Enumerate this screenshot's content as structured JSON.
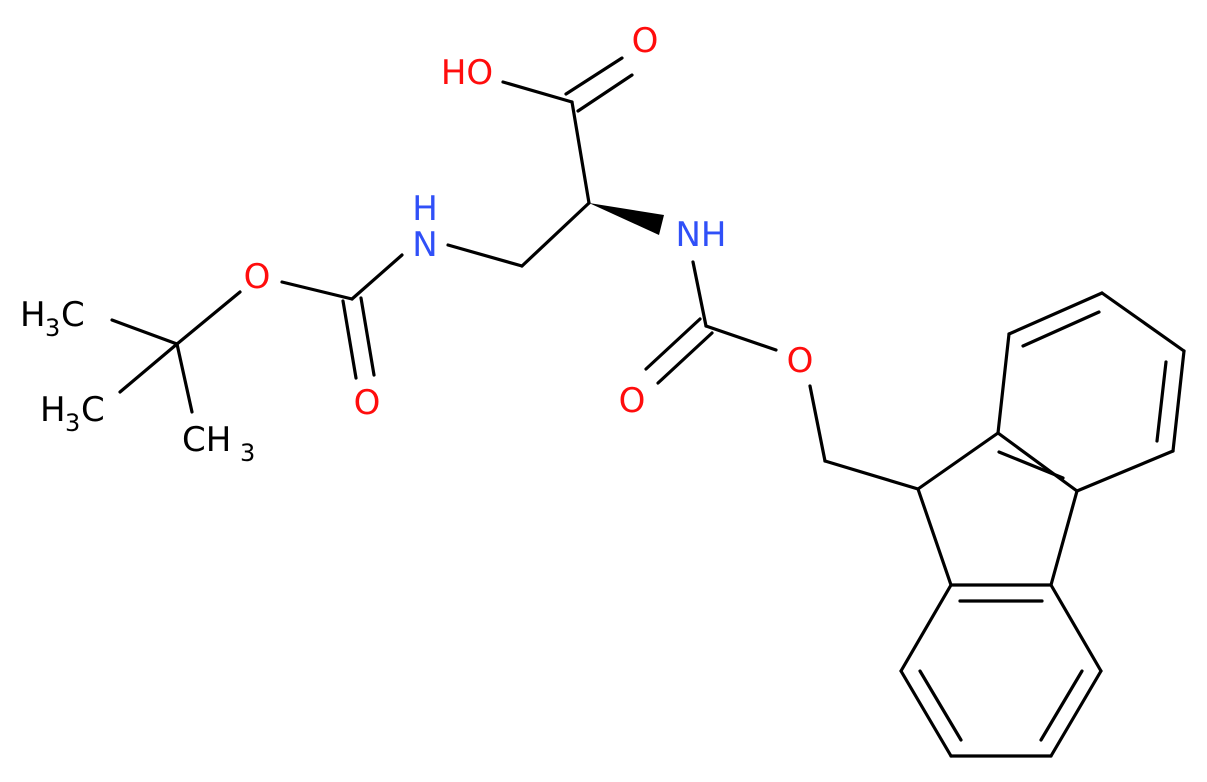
{
  "colors": {
    "bond": "#000000",
    "oxygen": "#ff0d0d",
    "nitrogen": "#3050f8",
    "carbon": "#000000",
    "background": "#ffffff"
  },
  "labels": {
    "hydroxyl": {
      "main": "HO"
    },
    "acid_carbonyl_o": {
      "main": "O"
    },
    "boc_nh": {
      "main": "N",
      "h": "H"
    },
    "fmoc_nh": {
      "main": "NH"
    },
    "boc_ester_o": {
      "main": "O"
    },
    "boc_carbonyl_o": {
      "main": "O"
    },
    "fmoc_carbonyl_o": {
      "main": "O"
    },
    "fmoc_ester_o": {
      "main": "O"
    },
    "methyl_1": {
      "h": "H",
      "sub": "3",
      "c": "C"
    },
    "methyl_2": {
      "h": "H",
      "sub": "3",
      "c": "C"
    },
    "methyl_3": {
      "c": "CH",
      "sub": "3"
    }
  }
}
